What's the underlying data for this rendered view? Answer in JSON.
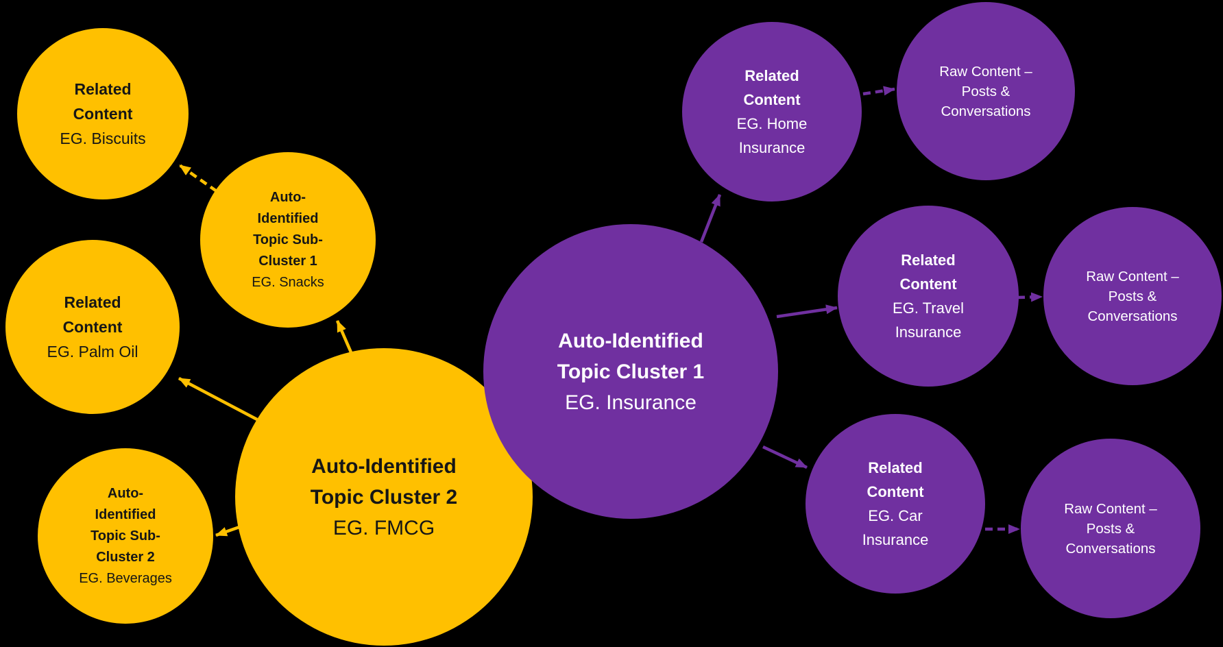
{
  "diagram": {
    "title": "Auto-identified topic clusters diagram",
    "colors": {
      "background": "#000000",
      "cluster_yellow": "#FFC000",
      "cluster_purple": "#7030A0",
      "text_on_yellow": "#161616",
      "text_on_purple": "#FFFFFF"
    },
    "nodes": {
      "biscuits": {
        "lines": [
          "Related",
          "Content",
          "EG. Biscuits"
        ]
      },
      "subcluster1": {
        "lines": [
          "Auto-",
          "Identified",
          "Topic Sub-",
          "Cluster 1",
          "EG. Snacks"
        ]
      },
      "palmoil": {
        "lines": [
          "Related",
          "Content",
          "EG. Palm Oil"
        ]
      },
      "beverages": {
        "lines": [
          "Auto-",
          "Identified",
          "Topic Sub-",
          "Cluster 2",
          "EG. Beverages"
        ]
      },
      "cluster2": {
        "lines": [
          "Auto-Identified",
          "Topic Cluster 2",
          "EG. FMCG"
        ]
      },
      "cluster1": {
        "lines": [
          "Auto-Identified",
          "Topic Cluster 1",
          "EG. Insurance"
        ]
      },
      "home": {
        "lines": [
          "Related",
          "Content",
          "EG. Home",
          "Insurance"
        ]
      },
      "rawtop": {
        "lines": [
          "Raw Content –",
          "Posts &",
          "Conversations"
        ]
      },
      "travel": {
        "lines": [
          "Related",
          "Content",
          "EG. Travel",
          "Insurance"
        ]
      },
      "rawmid": {
        "lines": [
          "Raw Content –",
          "Posts &",
          "Conversations"
        ]
      },
      "car": {
        "lines": [
          "Related",
          "Content",
          "EG. Car",
          "Insurance"
        ]
      },
      "rawbottom": {
        "lines": [
          "Raw Content –",
          "Posts &",
          "Conversations"
        ]
      }
    },
    "edges": [
      {
        "from": "topic-sub-cluster-1",
        "to": "related-content-biscuits",
        "style": "dashed",
        "color": "#FFC000"
      },
      {
        "from": "topic-cluster-2",
        "to": "topic-sub-cluster-1",
        "style": "solid",
        "color": "#FFC000"
      },
      {
        "from": "topic-cluster-2",
        "to": "related-content-palm-oil",
        "style": "solid",
        "color": "#FFC000"
      },
      {
        "from": "topic-cluster-2",
        "to": "topic-sub-cluster-2",
        "style": "solid",
        "color": "#FFC000"
      },
      {
        "from": "topic-cluster-1",
        "to": "related-content-home-insurance",
        "style": "solid",
        "color": "#7030A0"
      },
      {
        "from": "related-content-home-insurance",
        "to": "raw-content-top",
        "style": "dashed",
        "color": "#7030A0"
      },
      {
        "from": "topic-cluster-1",
        "to": "related-content-travel-insurance",
        "style": "solid",
        "color": "#7030A0"
      },
      {
        "from": "related-content-travel-insurance",
        "to": "raw-content-middle",
        "style": "dashed",
        "color": "#7030A0"
      },
      {
        "from": "topic-cluster-1",
        "to": "related-content-car-insurance",
        "style": "solid",
        "color": "#7030A0"
      },
      {
        "from": "related-content-car-insurance",
        "to": "raw-content-bottom",
        "style": "dashed",
        "color": "#7030A0"
      }
    ]
  }
}
